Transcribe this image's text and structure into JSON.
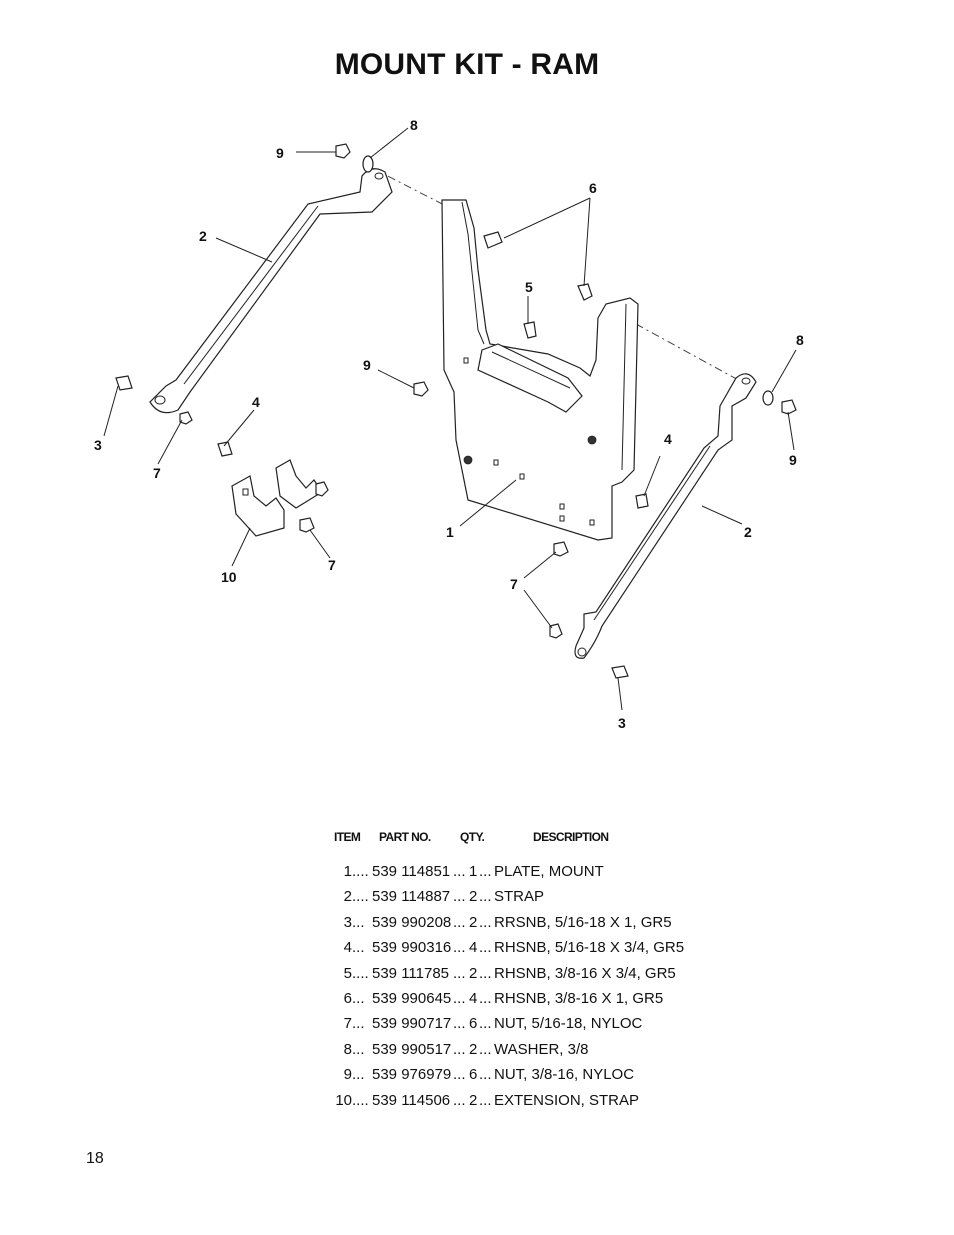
{
  "title": "MOUNT KIT - RAM",
  "page_number": "18",
  "diagram": {
    "callouts": [
      "8",
      "9",
      "6",
      "2",
      "5",
      "9",
      "8",
      "3",
      "7",
      "4",
      "4",
      "9",
      "1",
      "2",
      "10",
      "7",
      "7",
      "3"
    ]
  },
  "table": {
    "headers": {
      "item": "ITEM",
      "part_no": "PART NO.",
      "qty": "QTY.",
      "description": "DESCRIPTION"
    },
    "rows": [
      {
        "item": "1",
        "lead1": "....",
        "part_no": "539 114851",
        "lead2": "...",
        "qty": "1",
        "lead3": "...",
        "description": "PLATE, MOUNT"
      },
      {
        "item": "2",
        "lead1": "....",
        "part_no": "539 114887",
        "lead2": "...",
        "qty": "2",
        "lead3": "...",
        "description": "STRAP"
      },
      {
        "item": "3",
        "lead1": "...",
        "part_no": "539 990208",
        "lead2": "...",
        "qty": "2",
        "lead3": "...",
        "description": "RRSNB, 5/16-18 X 1, GR5"
      },
      {
        "item": "4",
        "lead1": "...",
        "part_no": "539 990316",
        "lead2": "...",
        "qty": "4",
        "lead3": "...",
        "description": "RHSNB, 5/16-18 X 3/4, GR5"
      },
      {
        "item": "5",
        "lead1": "....",
        "part_no": "539 111785",
        "lead2": "...",
        "qty": "2",
        "lead3": "...",
        "description": "RHSNB, 3/8-16 X 3/4, GR5"
      },
      {
        "item": "6",
        "lead1": "...",
        "part_no": "539 990645",
        "lead2": "...",
        "qty": "4",
        "lead3": "...",
        "description": "RHSNB, 3/8-16 X 1, GR5"
      },
      {
        "item": "7",
        "lead1": "...",
        "part_no": "539 990717",
        "lead2": "...",
        "qty": "6",
        "lead3": "...",
        "description": "NUT, 5/16-18, NYLOC"
      },
      {
        "item": "8",
        "lead1": "...",
        "part_no": "539 990517",
        "lead2": "...",
        "qty": "2",
        "lead3": "...",
        "description": "WASHER, 3/8"
      },
      {
        "item": "9",
        "lead1": "...",
        "part_no": "539 976979",
        "lead2": "...",
        "qty": "6",
        "lead3": "...",
        "description": "NUT, 3/8-16, NYLOC"
      },
      {
        "item": "10",
        "lead1": "....",
        "part_no": "539 114506",
        "lead2": "...",
        "qty": "2",
        "lead3": "...",
        "description": "EXTENSION, STRAP"
      }
    ]
  }
}
